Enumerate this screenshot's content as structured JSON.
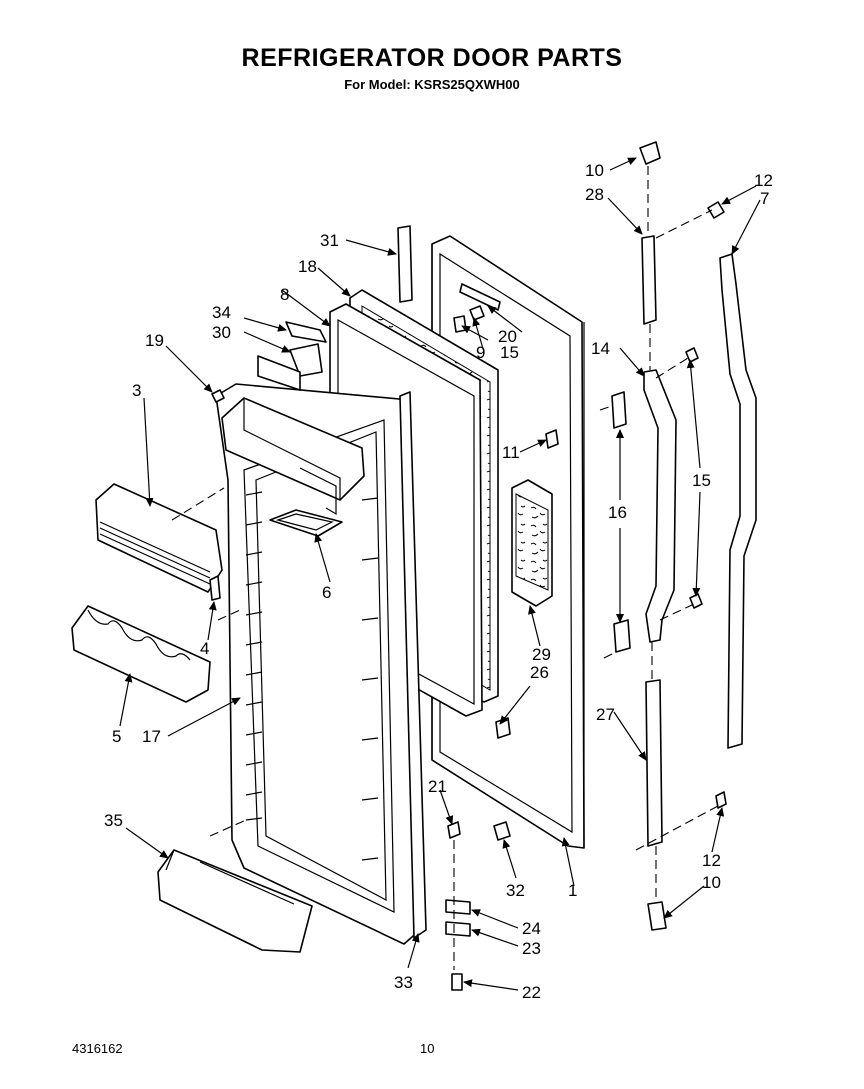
{
  "header": {
    "title": "REFRIGERATOR DOOR PARTS",
    "subtitle": "For Model: KSRS25QXWH00"
  },
  "footer": {
    "doc_number": "4316162",
    "page_number": "10"
  },
  "callouts": {
    "c1": "1",
    "c3": "3",
    "c4": "4",
    "c5": "5",
    "c6": "6",
    "c7": "7",
    "c8": "8",
    "c9": "9",
    "c10a": "10",
    "c10b": "10",
    "c11": "11",
    "c12a": "12",
    "c12b": "12",
    "c14": "14",
    "c15a": "15",
    "c15b": "15",
    "c16": "16",
    "c17": "17",
    "c18": "18",
    "c19": "19",
    "c20": "20",
    "c21": "21",
    "c22": "22",
    "c23": "23",
    "c24": "24",
    "c26": "26",
    "c27": "27",
    "c28": "28",
    "c29": "29",
    "c30": "30",
    "c31": "31",
    "c32": "32",
    "c33": "33",
    "c34": "34",
    "c35": "35"
  }
}
